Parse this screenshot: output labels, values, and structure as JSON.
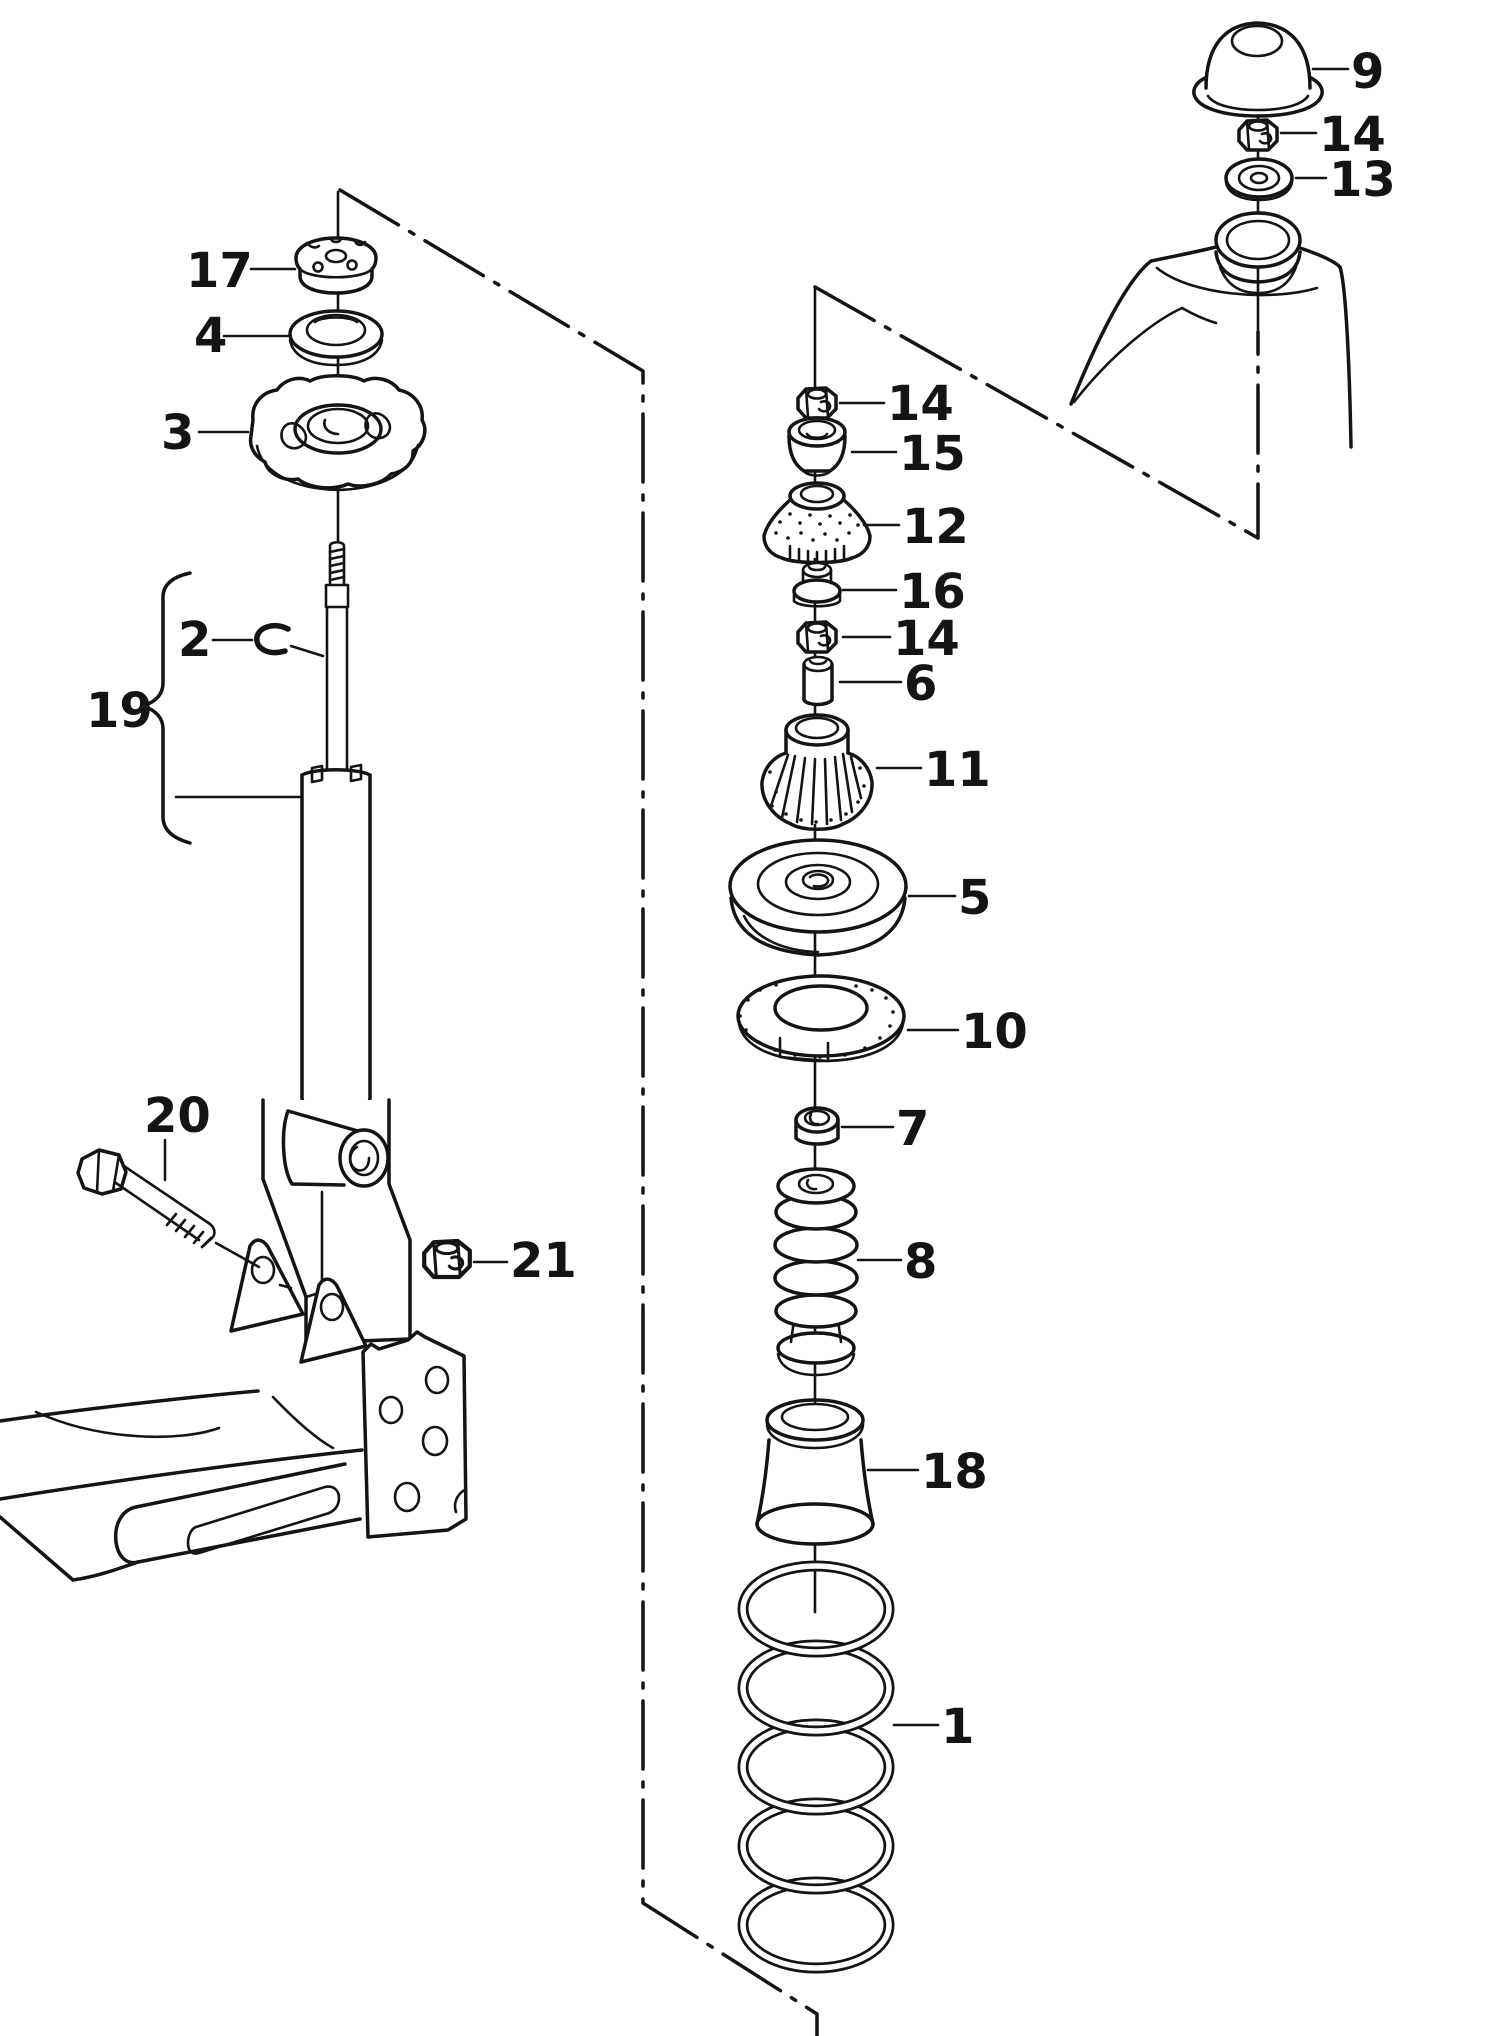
{
  "page": {
    "background": "#ffffff",
    "ink": "#141414",
    "kind": "exploded-parts-diagram"
  },
  "callouts": [
    {
      "label": "17"
    },
    {
      "label": "4"
    },
    {
      "label": "3"
    },
    {
      "label": "2"
    },
    {
      "label": "19"
    },
    {
      "label": "20"
    },
    {
      "label": "21"
    },
    {
      "label": "14"
    },
    {
      "label": "15"
    },
    {
      "label": "12"
    },
    {
      "label": "16"
    },
    {
      "label": "14"
    },
    {
      "label": "6"
    },
    {
      "label": "11"
    },
    {
      "label": "5"
    },
    {
      "label": "10"
    },
    {
      "label": "7"
    },
    {
      "label": "8"
    },
    {
      "label": "18"
    },
    {
      "label": "1"
    },
    {
      "label": "9"
    },
    {
      "label": "14"
    },
    {
      "label": "13"
    }
  ]
}
